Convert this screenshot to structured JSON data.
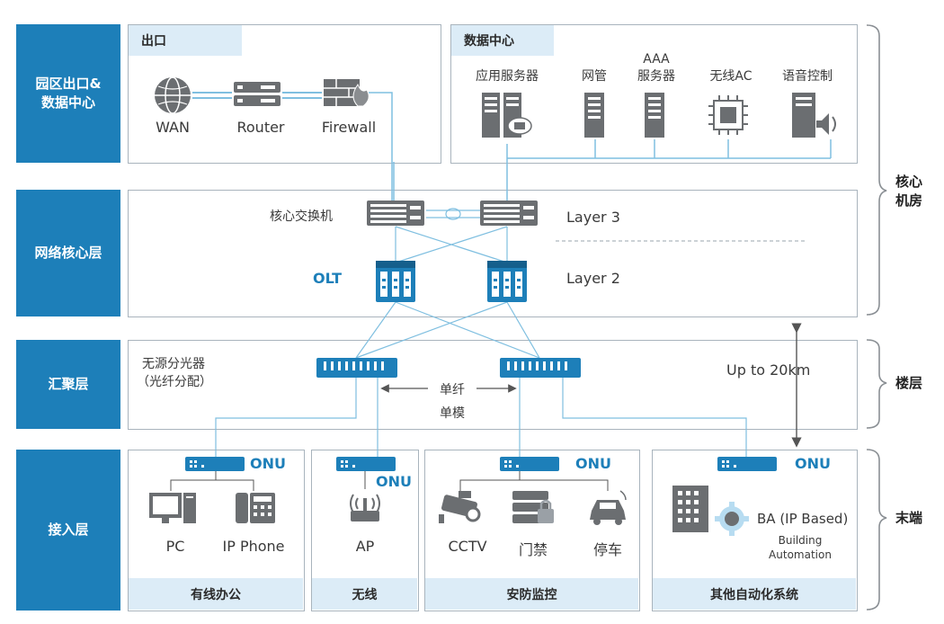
{
  "layers": {
    "campus_exit_dc": "园区出口&\n数据中心",
    "network_core": "网络核心层",
    "aggregation": "汇聚层",
    "access": "接入层"
  },
  "exit_panel": {
    "title": "出口",
    "wan": "WAN",
    "router": "Router",
    "firewall": "Firewall"
  },
  "dc_panel": {
    "title": "数据中心",
    "app_server": "应用服务器",
    "nms": "网管",
    "aaa_line1": "AAA",
    "aaa_line2": "服务器",
    "wireless_ac": "无线AC",
    "voice_control": "语音控制"
  },
  "core_panel": {
    "core_switch": "核心交换机",
    "olt": "OLT",
    "layer3": "Layer 3",
    "layer2": "Layer 2"
  },
  "agg_panel": {
    "splitter_line1": "无源分光器",
    "splitter_line2": "（光纤分配）",
    "fiber_line1": "单纤",
    "fiber_line2": "单模",
    "distance": "Up to 20km"
  },
  "access_panels": {
    "wired": {
      "onu": "ONU",
      "pc": "PC",
      "ip_phone": "IP Phone",
      "footer": "有线办公"
    },
    "wireless": {
      "onu": "ONU",
      "ap": "AP",
      "footer": "无线"
    },
    "security": {
      "onu": "ONU",
      "cctv": "CCTV",
      "access_control": "门禁",
      "parking": "停车",
      "footer": "安防监控"
    },
    "automation": {
      "onu": "ONU",
      "ba": "BA (IP Based)",
      "ba_sub1": "Building",
      "ba_sub2": "Automation",
      "footer": "其他自动化系统"
    }
  },
  "right_labels": {
    "core_room": "核心\n机房",
    "floor": "楼层",
    "terminal": "末端"
  },
  "colors": {
    "brand_blue": "#1d7fb9",
    "light_blue": "#dcecf7",
    "line_blue": "#7fbfe0",
    "device_gray": "#6b6e71"
  }
}
